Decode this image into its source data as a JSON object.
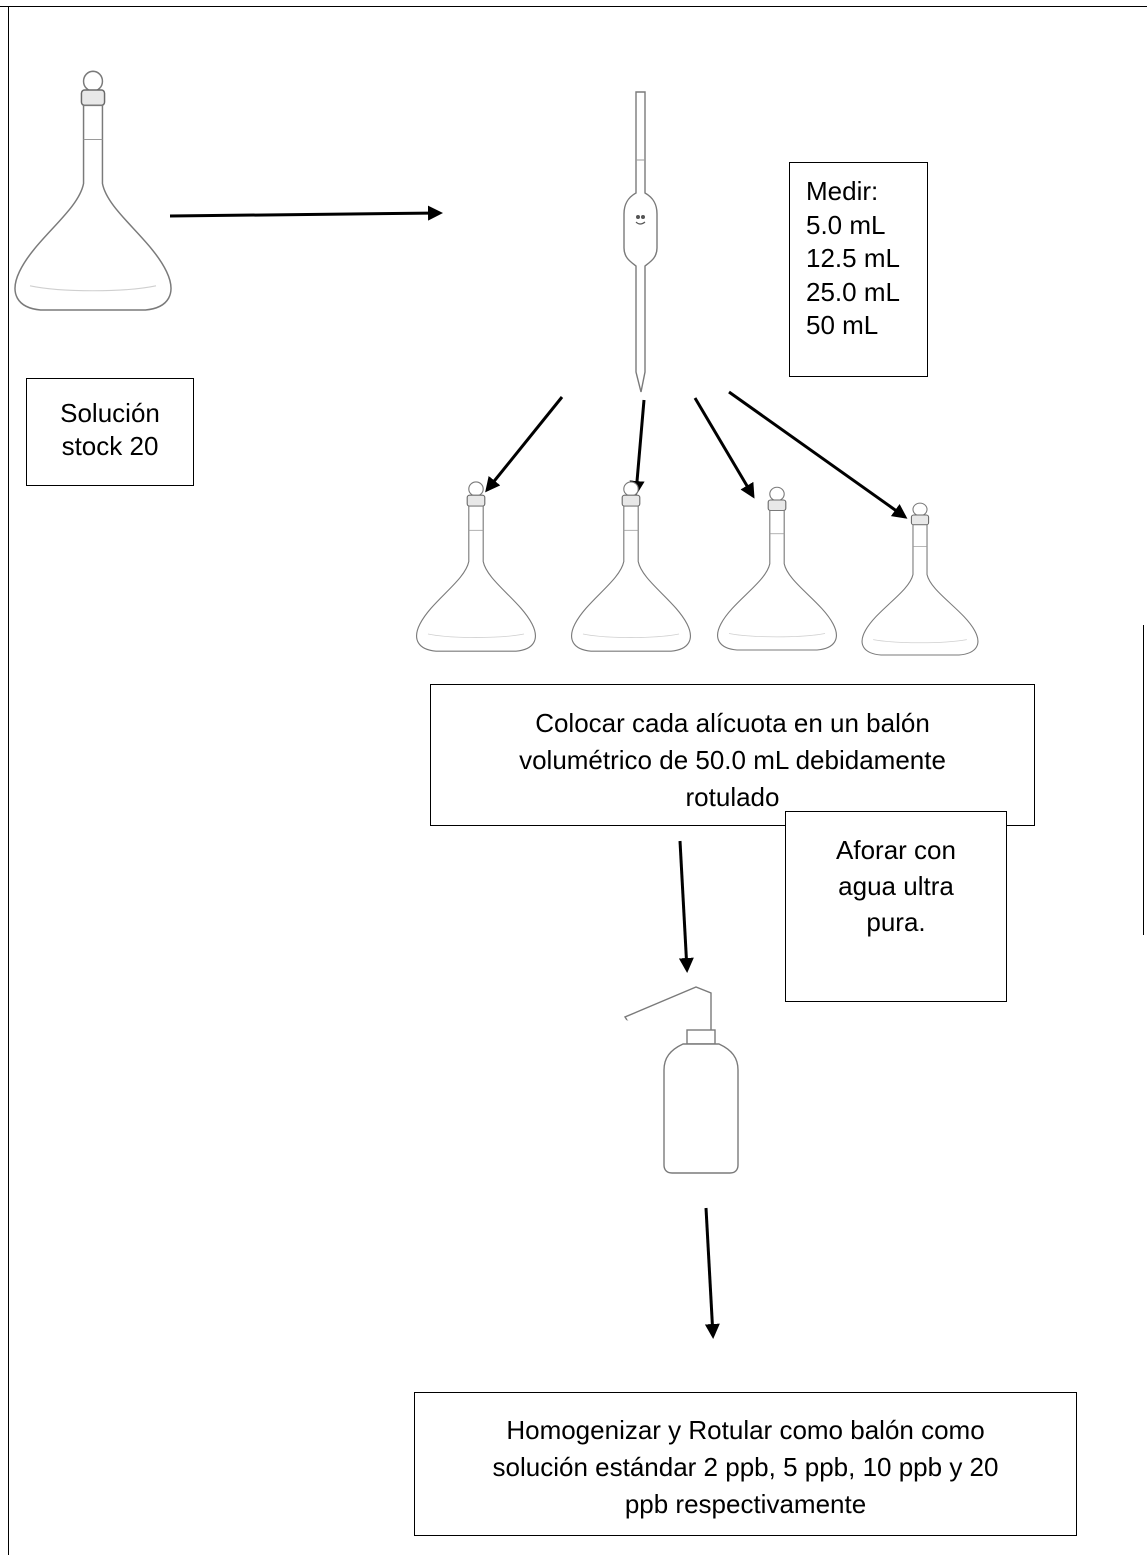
{
  "stock_label": [
    "Solución",
    "stock 20"
  ],
  "measure_label": {
    "heading": "Medir:",
    "volumes": [
      "5.0 mL",
      "12.5 mL",
      "25.0 mL",
      "50 mL"
    ]
  },
  "transfer_step": [
    "Colocar cada alícuota en un balón",
    "volumétrico de 50.0 mL debidamente",
    "rotulado"
  ],
  "fill_step": [
    "Aforar con",
    "agua ultra",
    "pura."
  ],
  "final_step": [
    "Homogenizar y Rotular como balón como",
    "solución estándar 2 ppb, 5 ppb, 10 ppb y 20",
    "ppb respectivamente"
  ],
  "icons": [
    "volumetric-flask-icon",
    "volumetric-pipette-icon",
    "wash-bottle-icon"
  ],
  "colors": {
    "line": "#000000",
    "glassware": "#7a7a7a"
  }
}
